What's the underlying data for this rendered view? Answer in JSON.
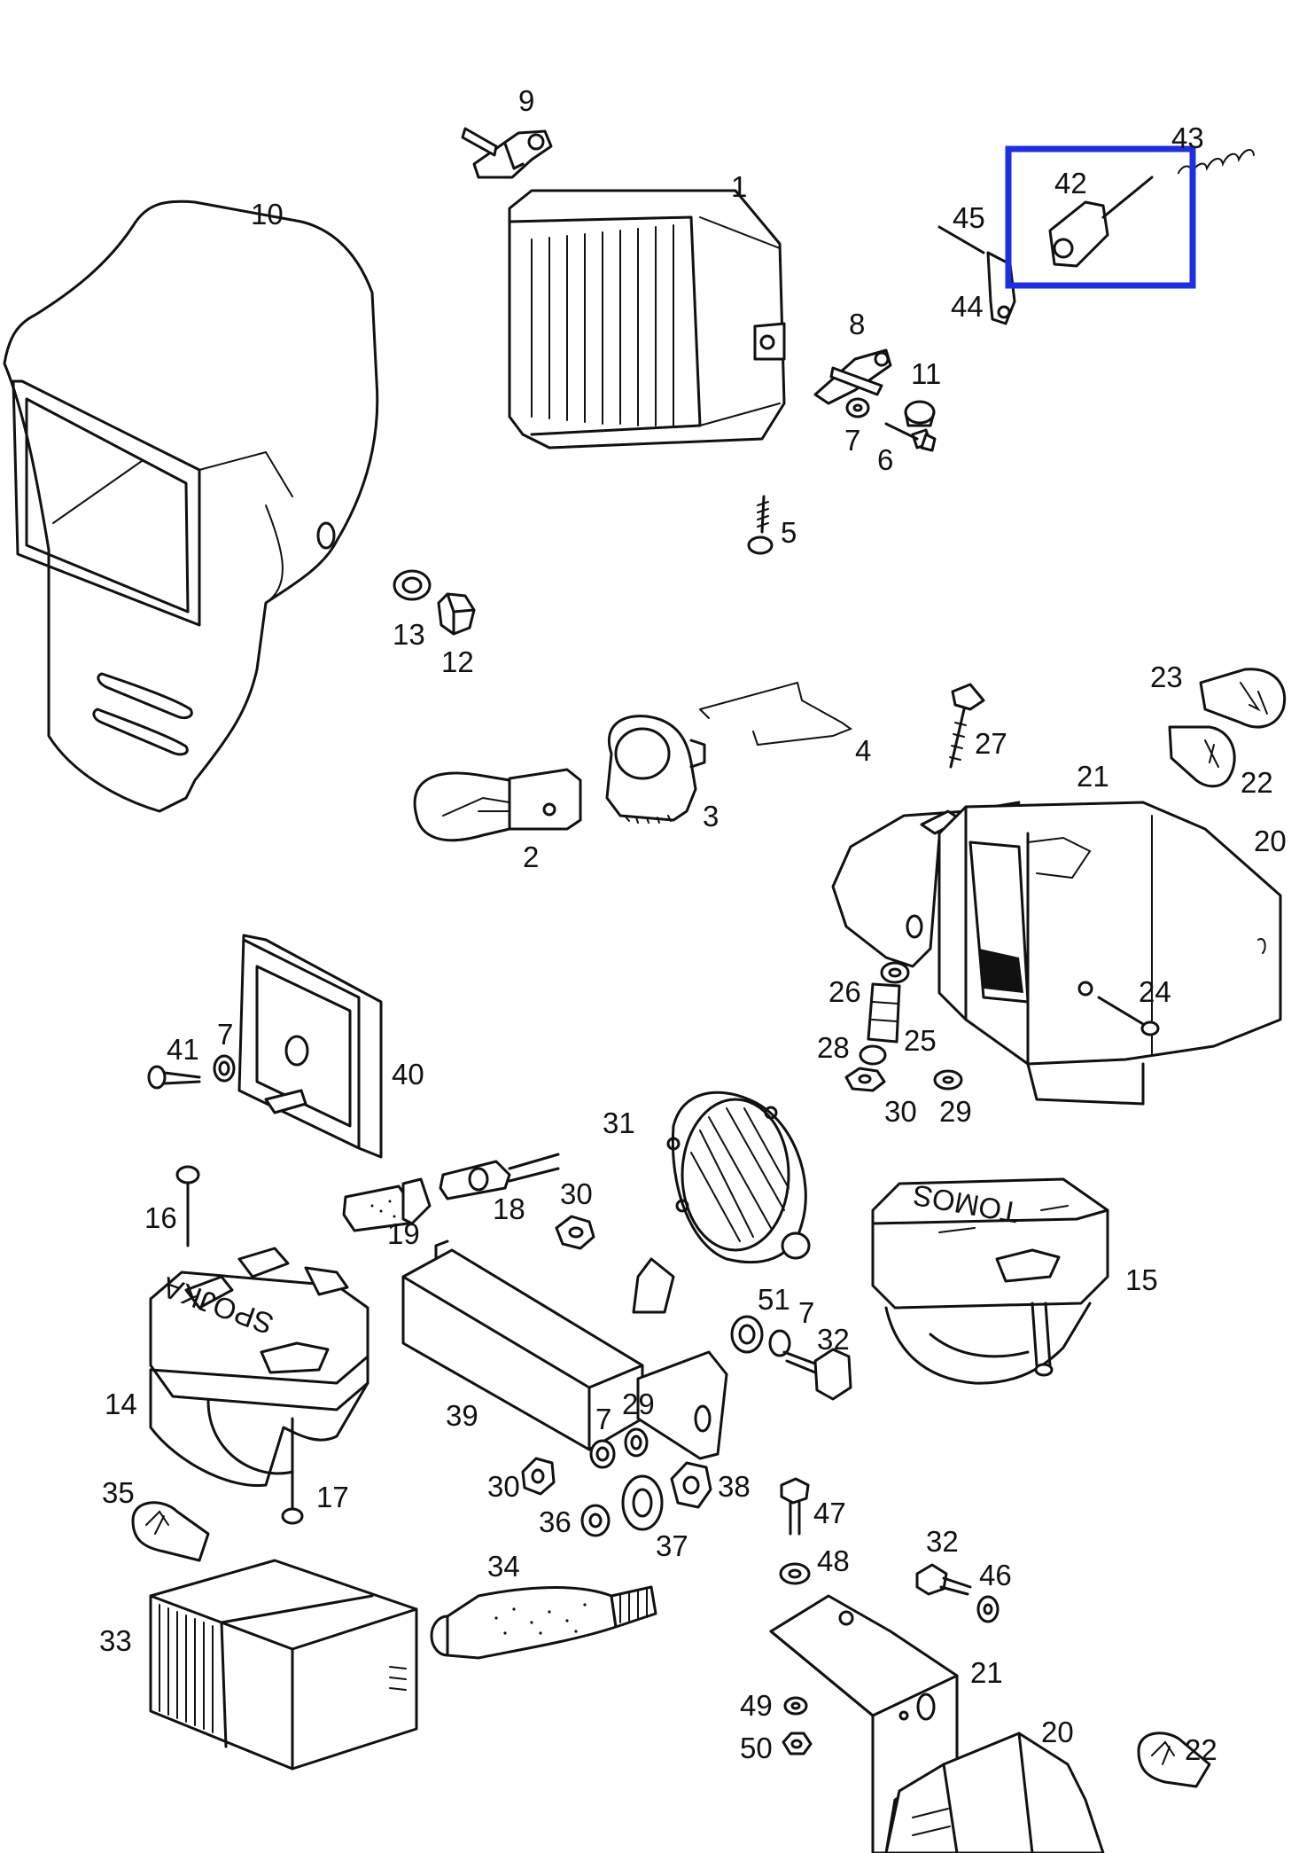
{
  "highlight": {
    "color": "#1f2fe0",
    "part": "42"
  },
  "labels": {
    "p1": "1",
    "p2": "2",
    "p3": "3",
    "p4": "4",
    "p5": "5",
    "p6": "6",
    "p7a": "7",
    "p7b": "7",
    "p7c": "7",
    "p7d": "7",
    "p8": "8",
    "p9": "9",
    "p10": "10",
    "p11": "11",
    "p12": "12",
    "p13": "13",
    "p14": "14",
    "p15": "15",
    "p16": "16",
    "p17": "17",
    "p18": "18",
    "p19": "19",
    "p20a": "20",
    "p20b": "20",
    "p21a": "21",
    "p21b": "21",
    "p22a": "22",
    "p22b": "22",
    "p23": "23",
    "p24": "24",
    "p25": "25",
    "p26": "26",
    "p27": "27",
    "p28": "28",
    "p29a": "29",
    "p29b": "29",
    "p30a": "30",
    "p30b": "30",
    "p30c": "30",
    "p31": "31",
    "p32a": "32",
    "p32b": "32",
    "p33": "33",
    "p34": "34",
    "p35": "35",
    "p36": "36",
    "p37": "37",
    "p38": "38",
    "p39": "39",
    "p40": "40",
    "p41": "41",
    "p42": "42",
    "p43": "43",
    "p44": "44",
    "p45": "45",
    "p46": "46",
    "p47": "47",
    "p48": "48",
    "p49": "49",
    "p50": "50",
    "p51": "51"
  },
  "part_markings": {
    "switch_15": "TOMOS",
    "switch_14": "SPOJKA"
  }
}
